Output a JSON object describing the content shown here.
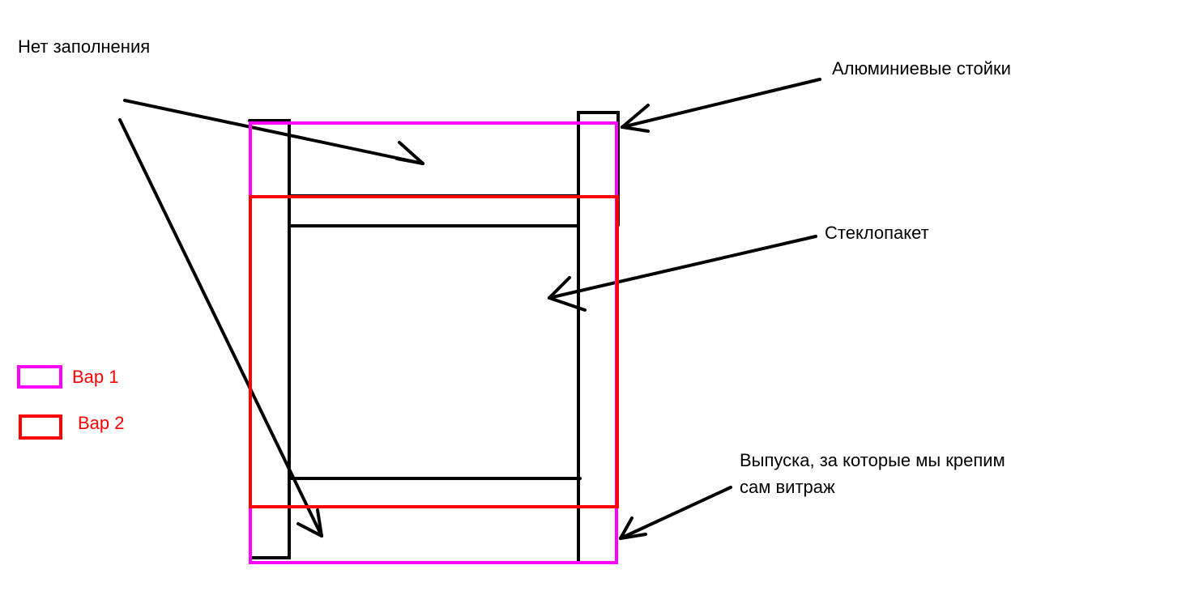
{
  "labels": {
    "no_fill": "Нет заполнения",
    "aluminum_posts": "Алюминиевые стойки",
    "glass_unit": "Стеклопакет",
    "anchors_line1": "Выпуска, за которые мы крепим",
    "anchors_line2": "сам витраж"
  },
  "legend": [
    {
      "label": "Вар 1",
      "color": "#ff00ff"
    },
    {
      "label": "Вар 2",
      "color": "#ff0000"
    }
  ]
}
